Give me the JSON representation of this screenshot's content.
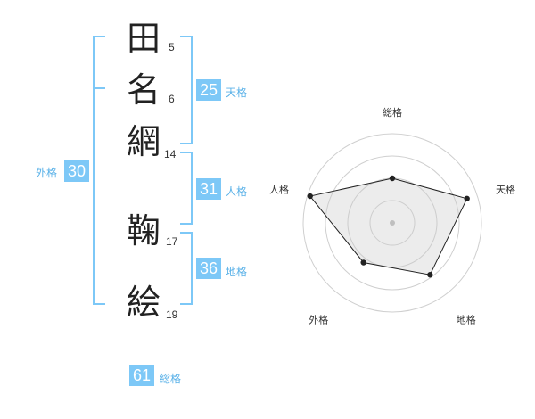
{
  "name_chars": [
    {
      "char": "田",
      "strokes": "5"
    },
    {
      "char": "名",
      "strokes": "6"
    },
    {
      "char": "網",
      "strokes": "14"
    },
    {
      "char": "鞠",
      "strokes": "17"
    },
    {
      "char": "絵",
      "strokes": "19"
    }
  ],
  "kaku": {
    "tenkaku": {
      "value": "25",
      "label": "天格"
    },
    "jinkaku": {
      "value": "31",
      "label": "人格"
    },
    "chikaku": {
      "value": "36",
      "label": "地格"
    },
    "gaikaku": {
      "value": "30",
      "label": "外格"
    },
    "soukaku": {
      "value": "61",
      "label": "総格"
    }
  },
  "colors": {
    "accent": "#7dc8f7",
    "label": "#5bb2e8"
  },
  "chart_data": {
    "type": "radar",
    "axes": [
      "総格",
      "天格",
      "地格",
      "外格",
      "人格"
    ],
    "values": [
      0.5,
      0.88,
      0.72,
      0.55,
      0.97
    ],
    "range": [
      0,
      1
    ]
  }
}
